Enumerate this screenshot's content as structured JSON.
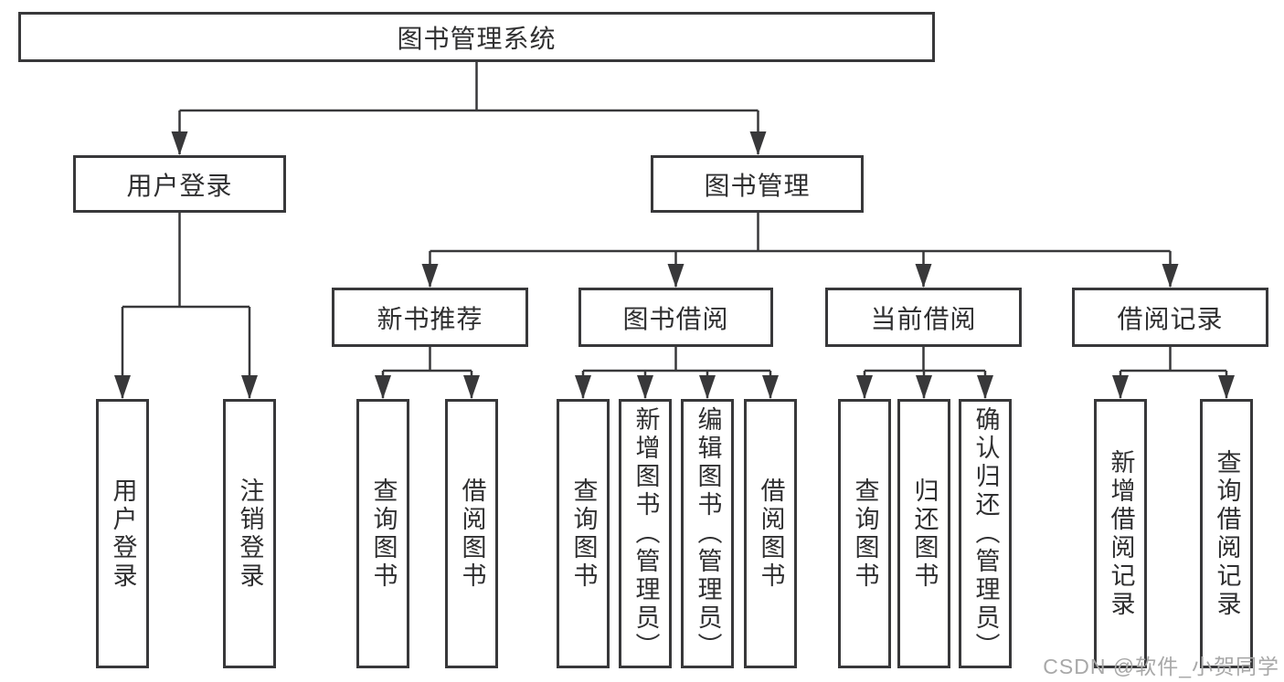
{
  "diagram": {
    "root": {
      "label": "图书管理系统",
      "children": [
        {
          "label": "用户登录",
          "children": [
            {
              "label": "用户登录"
            },
            {
              "label": "注销登录"
            }
          ]
        },
        {
          "label": "图书管理",
          "children": [
            {
              "label": "新书推荐",
              "children": [
                {
                  "label": "查询图书"
                },
                {
                  "label": "借阅图书"
                }
              ]
            },
            {
              "label": "图书借阅",
              "children": [
                {
                  "label": "查询图书"
                },
                {
                  "label": "新增图书（管理员）"
                },
                {
                  "label": "编辑图书（管理员）"
                },
                {
                  "label": "借阅图书"
                }
              ]
            },
            {
              "label": "当前借阅",
              "children": [
                {
                  "label": "查询图书"
                },
                {
                  "label": "归还图书"
                },
                {
                  "label": "确认归还（管理员）"
                }
              ]
            },
            {
              "label": "借阅记录",
              "children": [
                {
                  "label": "新增借阅记录"
                },
                {
                  "label": "查询借阅记录"
                }
              ]
            }
          ]
        }
      ]
    }
  },
  "watermark": "CSDN @软件_小贺同学",
  "colors": {
    "line": "#38383a",
    "box_border": "#38383a",
    "box_background": "#ffffff",
    "text": "#2f2f30",
    "watermark": "#a8a8a8",
    "page_background": "#ffffff"
  }
}
